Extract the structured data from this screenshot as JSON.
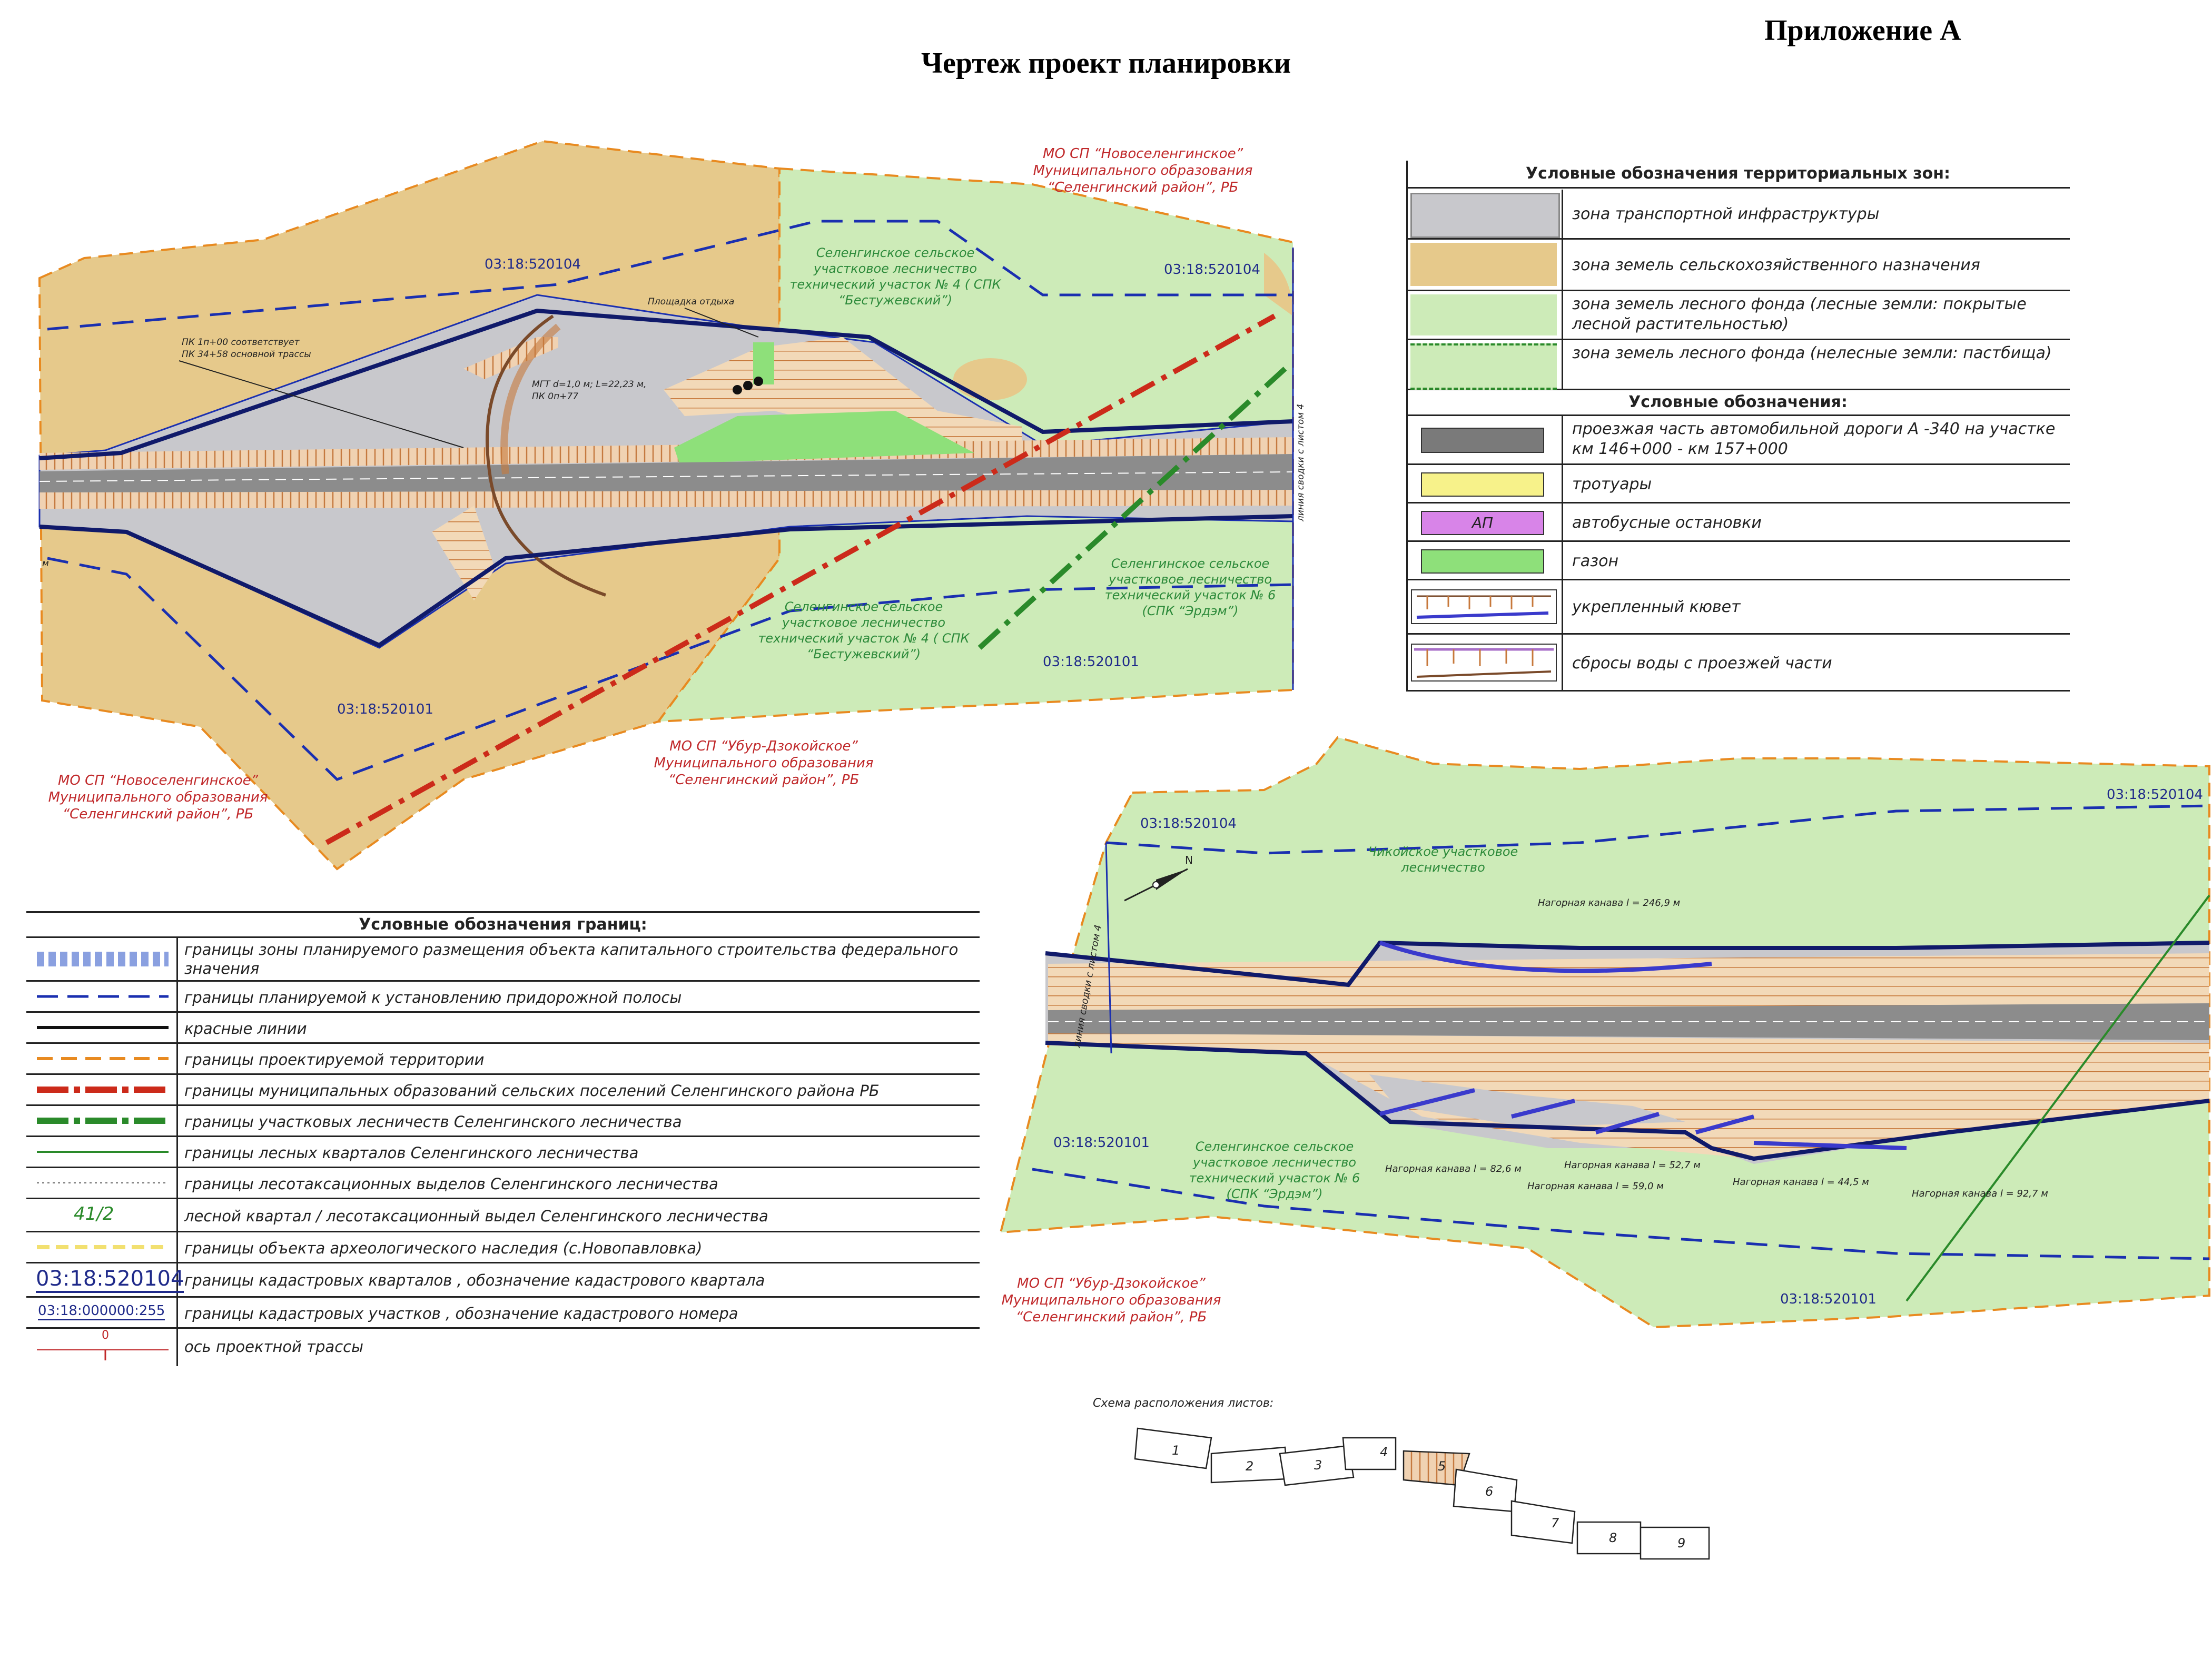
{
  "header": {
    "appendix": "Приложение А",
    "title": "Чертеж проект планировки"
  },
  "colors": {
    "agri_zone": "#e6c98b",
    "forest_zone": "#cdebb8",
    "transport_zone": "#c8c8cc",
    "road": "#7a7a7a",
    "sidewalk": "#f7f28a",
    "bus_stop": "#d884e8",
    "lawn": "#8ee07a",
    "boundary_dash_blue": "#1a2fb0",
    "boundary_red": "#cc2a1a",
    "boundary_green": "#2a8a2a",
    "boundary_orange": "#e88a20",
    "label_red": "#c0282a",
    "label_green": "#2c8a3a",
    "label_blue": "#1f2a8a"
  },
  "map_top": {
    "admin_labels": {
      "novoselenginskoe_top": [
        "МО СП “Новоселенгинское”",
        "Муниципального образования",
        "“Селенгинский район”, РБ"
      ],
      "novoselenginskoe_bottom": [
        "МО СП “Новоселенгинское”",
        "Муниципального образования",
        "“Селенгинский район”, РБ"
      ],
      "ubur_dzokoiskoe": [
        "МО СП “Убур-Дзокойское”",
        "Муниципального образования",
        "“Селенгинский район”, РБ"
      ]
    },
    "forestry_labels": {
      "plot4_top": [
        "Селенгинское сельское",
        "участковое лесничество",
        "технический участок № 4 ( СПК",
        "“Бестужевский”)"
      ],
      "plot4_bottom": [
        "Селенгинское сельское",
        "участковое лесничество",
        "технический участок № 4 ( СПК",
        "“Бестужевский”)"
      ],
      "plot6": [
        "Селенгинское сельское",
        "участковое лесничество",
        "технический участок № 6",
        "(СПК “Эрдэм”)"
      ]
    },
    "cadastral": [
      "03:18:520104",
      "03:18:520104",
      "03:18:520101",
      "03:18:520101"
    ],
    "annotations": {
      "rest_area": "Площадка отдыха",
      "pk_note_1": "ПК 1п+00 соответствует",
      "pk_note_2": "ПК 34+58 основной трассы",
      "pipe_1": "МГТ d=1,0 м; L=22,23 м,",
      "pipe_2": "ПК 0п+77",
      "sheet_join": "линия сводки с листом 4",
      "short_m": "м"
    }
  },
  "map_bottom": {
    "forestry_chikoi": [
      "Чикойское участковое",
      "лесничество"
    ],
    "forestry_plot6": [
      "Селенгинское сельское",
      "участковое лесничество",
      "технический участок № 6",
      "(СПК “Эрдэм”)"
    ],
    "admin_ubur": [
      "МО СП “Убур-Дзокойское”",
      "Муниципального образования",
      "“Селенгинский район”, РБ"
    ],
    "cadastral": [
      "03:18:520104",
      "03:18:520104",
      "03:18:520101",
      "03:18:520101"
    ],
    "ditches": [
      "Нагорная канава l = 246,9 м",
      "Нагорная канава l = 82,6 м",
      "Нагорная канава l = 59,0 м",
      "Нагорная канава l = 52,7 м",
      "Нагорная канава l = 44,5 м",
      "Нагорная канава l = 92,7 м"
    ],
    "sheet_join": "линия сводки с листом 4",
    "compass": "N"
  },
  "zones_legend": {
    "title": "Условные обозначения территориальных зон:",
    "zones": [
      {
        "label": "зона транспортной инфраструктуры"
      },
      {
        "label": "зона земель сельскохозяйственного назначения"
      },
      {
        "label": "зона земель лесного фонда  (лесные земли: покрытые лесной растительностью)"
      },
      {
        "label": "зона земель лесного фонда  (нелесные земли: пастбища)"
      }
    ],
    "subtitle": "Условные обозначения:",
    "items": [
      {
        "label": "проезжая часть автомобильной дороги А -340 на участке км 146+000 - км 157+000"
      },
      {
        "label": "тротуары"
      },
      {
        "label": "автобусные остановки",
        "symbol_text": "АП"
      },
      {
        "label": "газон"
      },
      {
        "label": "укрепленный кювет"
      },
      {
        "label": "сбросы воды с проезжей части"
      }
    ]
  },
  "bounds_legend": {
    "title": "Условные обозначения границ:",
    "items": [
      {
        "label": "границы зоны планируемого размещения объекта капитального строительства федерального значения"
      },
      {
        "label": "границы планируемой к установлению придорожной полосы"
      },
      {
        "label": "красные линии"
      },
      {
        "label": "границы проектируемой территории"
      },
      {
        "label": "границы муниципальных образований сельских поселений Селенгинского района РБ"
      },
      {
        "label": "границы участковых лесничеств Селенгинского лесничества"
      },
      {
        "label": "границы лесных кварталов Селенгинского лесничества"
      },
      {
        "label": "границы лесотаксационных выделов Селенгинского лесничества"
      },
      {
        "label": "лесной квартал / лесотаксационный выдел Селенгинского лесничества",
        "symbol_text": "41/2"
      },
      {
        "label": "границы объекта археологического наследия  (с.Новопавловка)"
      },
      {
        "label": "границы кадастровых кварталов , обозначение кадастрового квартала",
        "symbol_text": "03:18:520104"
      },
      {
        "label": "границы кадастровых участков , обозначение кадастрового номера",
        "symbol_text": "03:18:000000:255"
      },
      {
        "label": "ось проектной трассы",
        "symbol_text": "0"
      }
    ]
  },
  "sheet_scheme": {
    "title": "Схема расположения листов:",
    "sheets": [
      "1",
      "2",
      "3",
      "4",
      "5",
      "6",
      "7",
      "8",
      "9"
    ]
  }
}
